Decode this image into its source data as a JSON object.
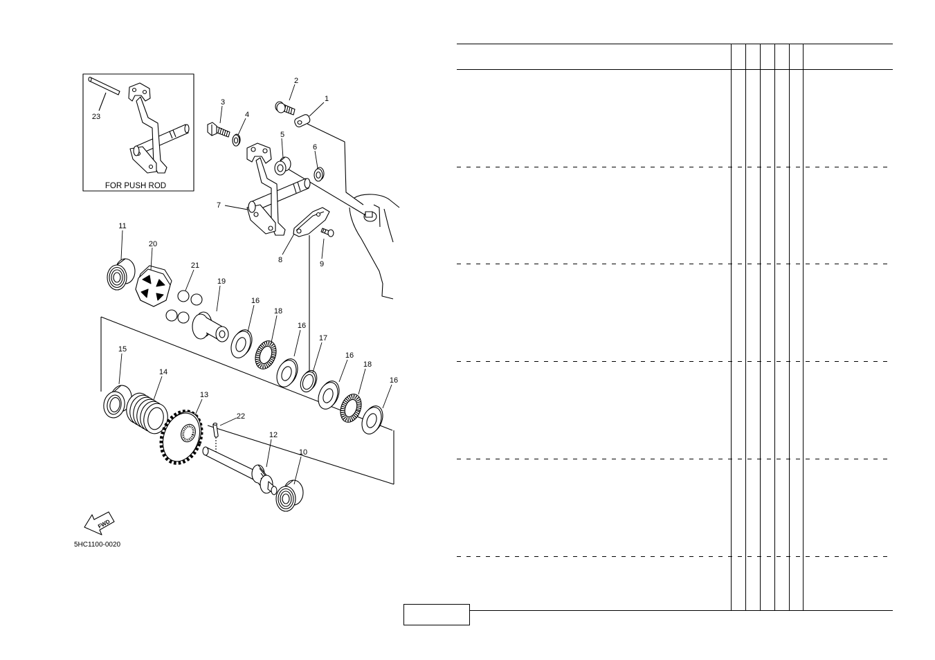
{
  "figure": {
    "inset_caption": "FOR PUSH ROD",
    "inset_callout": "23",
    "fwd_label": "FWD",
    "code": "5HC1100-0020"
  },
  "callouts": [
    "1",
    "2",
    "3",
    "4",
    "5",
    "6",
    "7",
    "8",
    "9",
    "10",
    "11",
    "12",
    "13",
    "14",
    "15",
    "16",
    "16",
    "16",
    "16",
    "17",
    "18",
    "18",
    "19",
    "20",
    "21",
    "22"
  ]
}
